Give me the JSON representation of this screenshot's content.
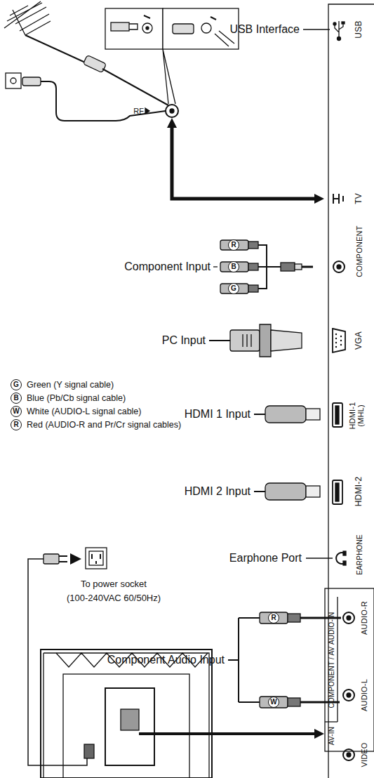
{
  "diagram": {
    "labels": [
      "RF",
      "USB Interface",
      "USB",
      "TV",
      "R",
      "B",
      "G",
      "Component Input",
      "COMPONENT",
      "PC Input",
      "VGA",
      "HDMI 1 Input",
      "HDMI-1 (MHL)",
      "HDMI 2 Input",
      "HDMI-2",
      "Earphone Port",
      "EARPHONE",
      "To power socket",
      "(100-240VAC 60/50Hz)",
      "R",
      "W",
      "Component Audio Input",
      "COMPONENT / AV AUDIO-IN",
      "AUDIO-R",
      "AUDIO-L",
      "AV-IN",
      "VIDEO",
      "G",
      "B",
      "W",
      "R"
    ],
    "legend": [
      {
        "text": "Green (Y signal cable)"
      },
      {
        "text": "Blue (Pb/Cb signal cable)"
      },
      {
        "text": "White (AUDIO-L signal cable)"
      },
      {
        "text": "Red (AUDIO-R and Pr/Cr signal cables)"
      }
    ]
  }
}
